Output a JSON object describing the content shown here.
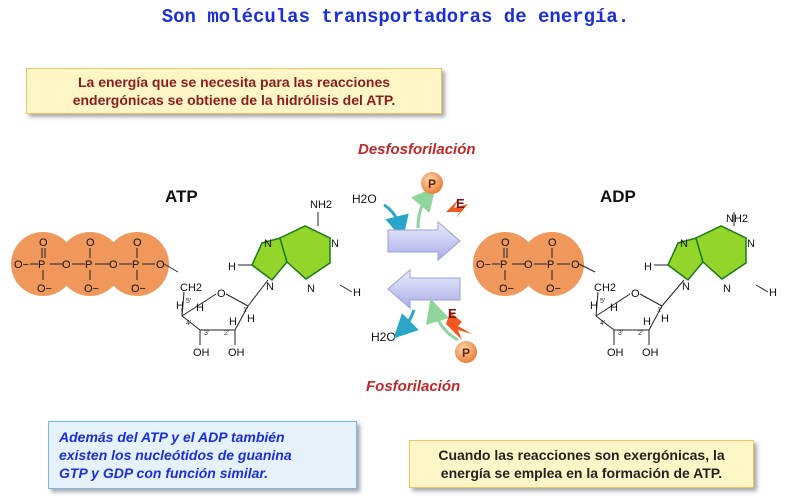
{
  "title": "Son moléculas transportadoras de energía.",
  "top_note": {
    "line1": "La energía que se necesita para las reacciones",
    "line2": "endergónicas se obtiene de la hidrólisis del ATP."
  },
  "process": {
    "top_label": "Desfosforilación",
    "bottom_label": "Fosforilación",
    "water_top": "H2O",
    "water_bottom": "H2O",
    "phosphate_label": "P",
    "energy_label": "E"
  },
  "atp": {
    "name": "ATP",
    "amino": "NH2",
    "atoms": {
      "N": "N",
      "H": "H",
      "O": "O",
      "P": "P",
      "OH": "OH",
      "CH2": "CH2",
      "O_minus": "O−"
    },
    "ring_numbers": [
      "5'",
      "4'",
      "3'",
      "2'",
      "1'"
    ]
  },
  "adp": {
    "name": "ADP",
    "amino": "NH2"
  },
  "bottom_left_note": {
    "line1": "Además del ATP y el ADP también",
    "line2": "existen los nucleótidos de guanina",
    "line3": "GTP y GDP con función similar."
  },
  "bottom_right_note": {
    "line1": "Cuando las reacciones son exergónicas, la",
    "line2": "energía se emplea en la formación de ATP."
  },
  "colors": {
    "title": "#1a2fd8",
    "phosphate_circle": "#f0975c",
    "adenine_ring": "#93d52a",
    "arrow_fill": "#c9ccf2",
    "label_red": "#c0282a",
    "energy_bolt": "#f0581f"
  }
}
